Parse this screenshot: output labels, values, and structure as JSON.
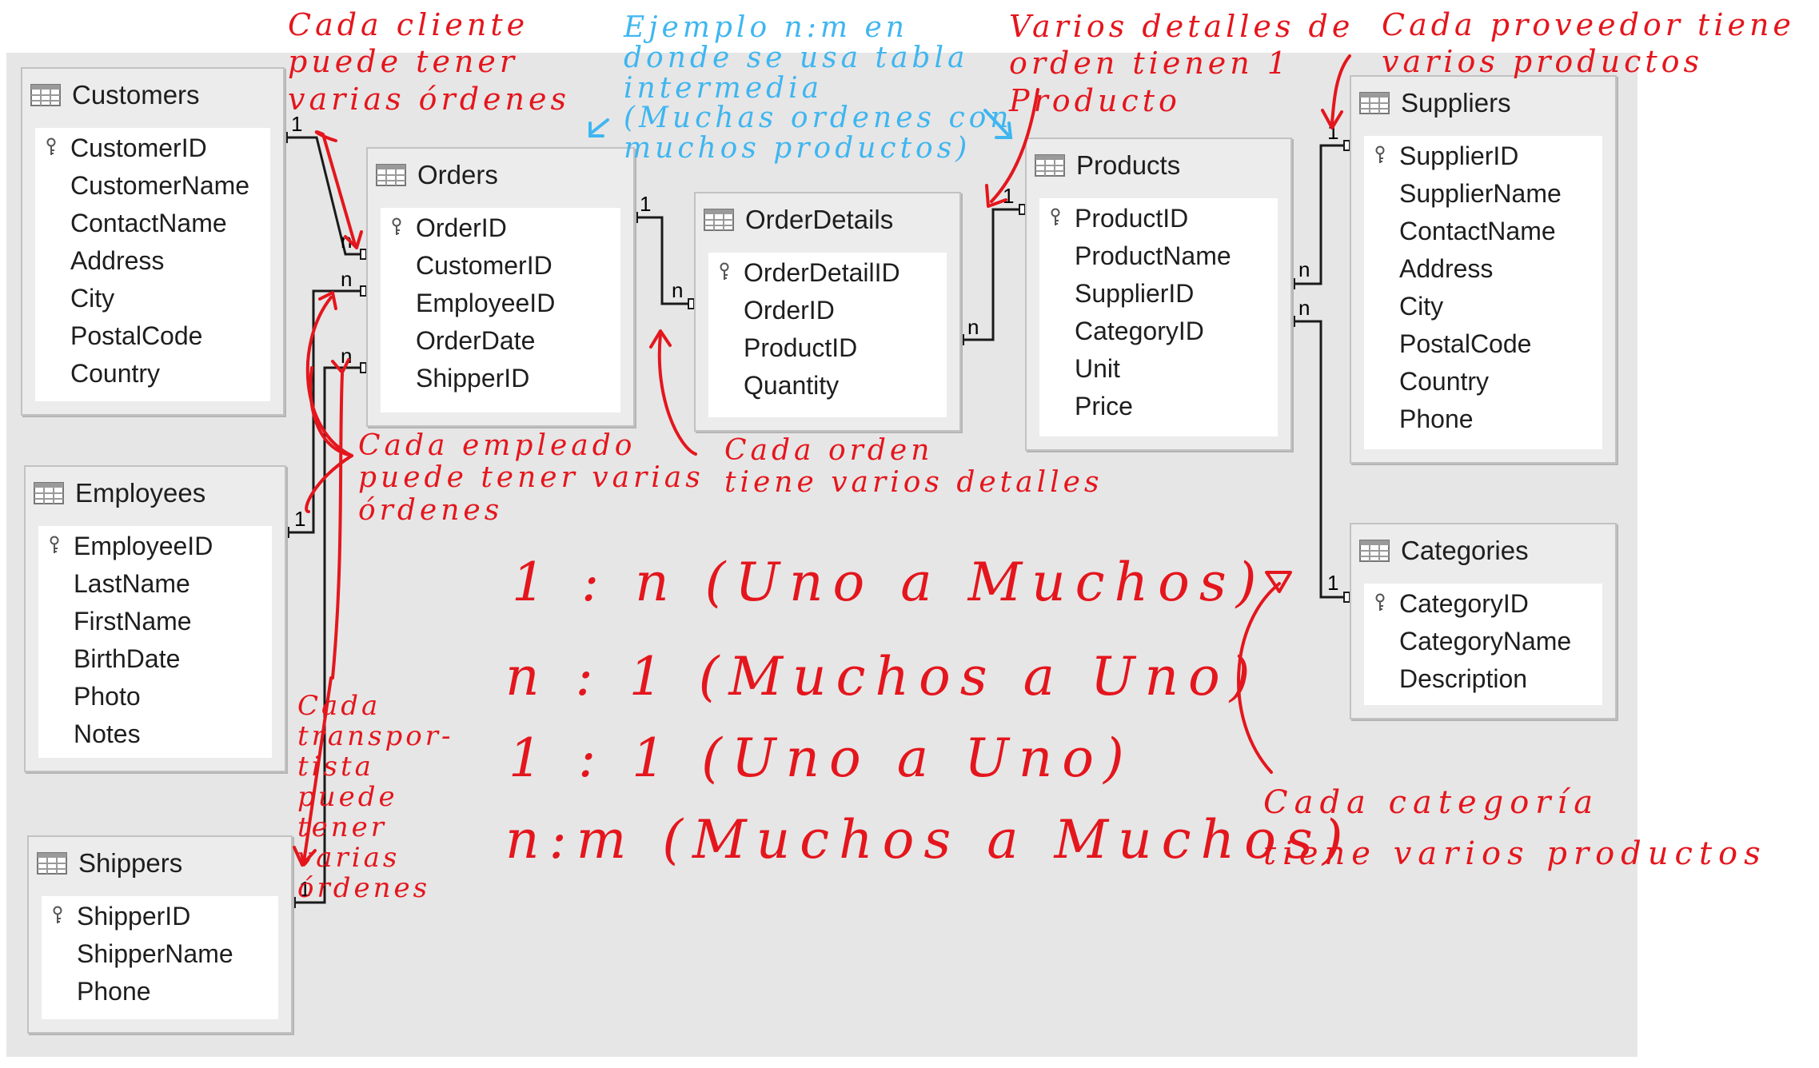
{
  "tables": {
    "customers": {
      "title": "Customers",
      "fields": [
        "CustomerID",
        "CustomerName",
        "ContactName",
        "Address",
        "City",
        "PostalCode",
        "Country"
      ]
    },
    "orders": {
      "title": "Orders",
      "fields": [
        "OrderID",
        "CustomerID",
        "EmployeeID",
        "OrderDate",
        "ShipperID"
      ]
    },
    "orderdetails": {
      "title": "OrderDetails",
      "fields": [
        "OrderDetailID",
        "OrderID",
        "ProductID",
        "Quantity"
      ]
    },
    "products": {
      "title": "Products",
      "fields": [
        "ProductID",
        "ProductName",
        "SupplierID",
        "CategoryID",
        "Unit",
        "Price"
      ]
    },
    "suppliers": {
      "title": "Suppliers",
      "fields": [
        "SupplierID",
        "SupplierName",
        "ContactName",
        "Address",
        "City",
        "PostalCode",
        "Country",
        "Phone"
      ]
    },
    "employees": {
      "title": "Employees",
      "fields": [
        "EmployeeID",
        "LastName",
        "FirstName",
        "BirthDate",
        "Photo",
        "Notes"
      ]
    },
    "shippers": {
      "title": "Shippers",
      "fields": [
        "ShipperID",
        "ShipperName",
        "Phone"
      ]
    },
    "categories": {
      "title": "Categories",
      "fields": [
        "CategoryID",
        "CategoryName",
        "Description"
      ]
    }
  },
  "cardinality": {
    "one": "1",
    "many": "n"
  },
  "notes": {
    "cliente": "Cada cliente\npuede tener\nvarias órdenes",
    "ejemplo": "Ejemplo n:m en\ndonde se usa tabla\nintermedia\n(Muchas ordenes con\nmuchos productos)",
    "detalles": "Varios detalles de\norden tienen 1\nProducto",
    "proveedor": "Cada proveedor tiene\nvarios productos",
    "empleado": "Cada empleado\npuede tener varias\nórdenes",
    "orden": "Cada orden\ntiene varios detalles",
    "transportista": "Cada\ntranspor-\ntista\npuede\ntener\nvarias\nórdenes",
    "categoria": "Cada categoría\ntiene varios productos"
  },
  "legend": [
    "1 : n (Uno a Muchos)",
    "n : 1 (Muchos a Uno)",
    "1 : 1 (Uno a Uno)",
    "n:m (Muchos a Muchos)"
  ],
  "colors": {
    "annotation_red": "#e4161d",
    "annotation_blue": "#3fb6f0",
    "canvas": "#e6e6e6",
    "relation_line": "#1a1a1a"
  },
  "icons": {
    "table": "table-grid-icon",
    "primary_key": "key-icon"
  }
}
